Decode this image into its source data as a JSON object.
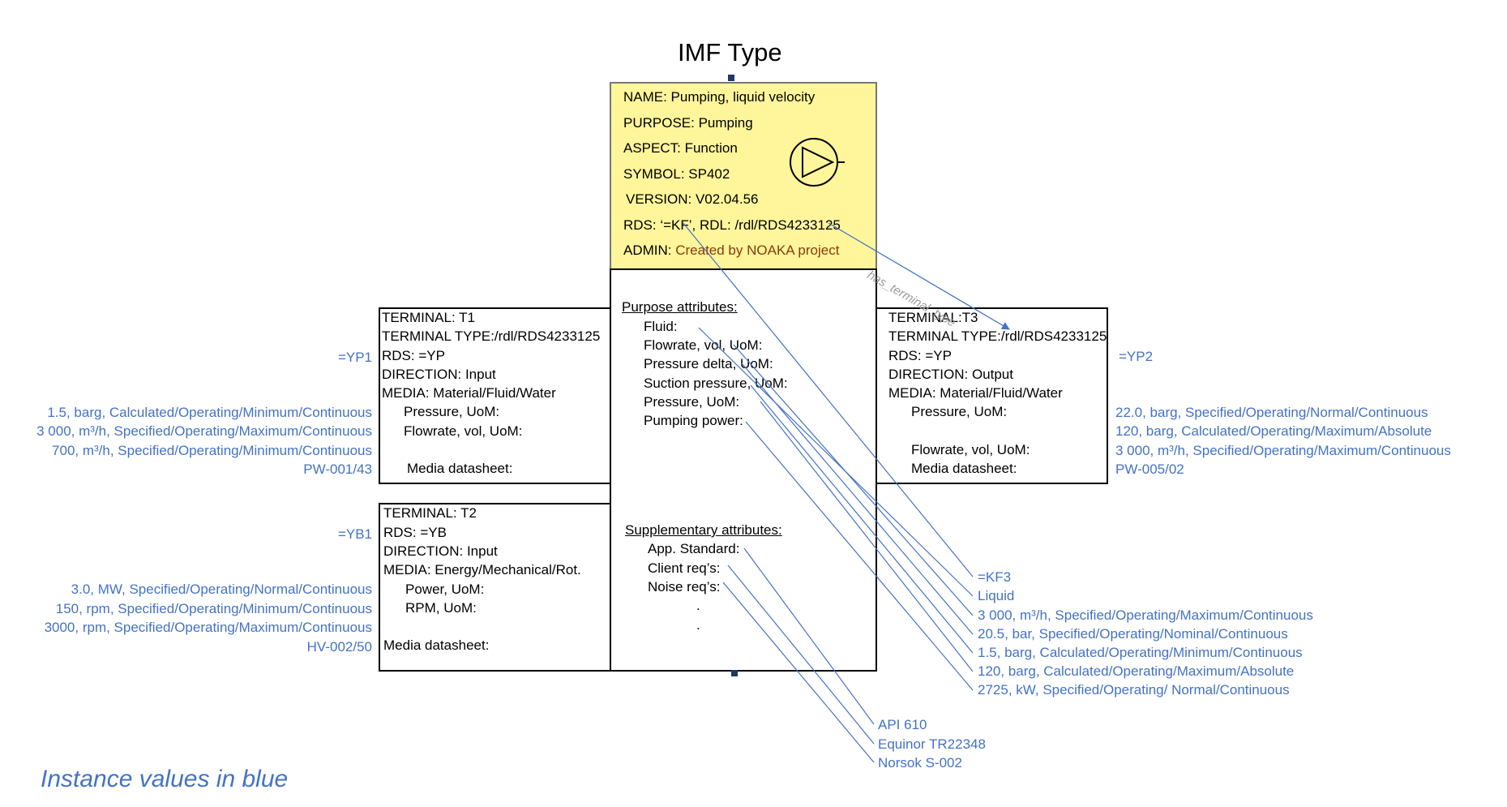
{
  "title": "IMF Type",
  "footer": "Instance values in blue",
  "colors": {
    "instance": "#4472c4",
    "type_box": "#fff59a",
    "admin": "#843c0c"
  },
  "type_box": {
    "name": "NAME: Pumping, liquid velocity",
    "purpose": "PURPOSE: Pumping",
    "aspect": "ASPECT: Function",
    "symbol": "SYMBOL: SP402",
    "version": "VERSION: V02.04.56",
    "rds": "RDS: ‘=KF’, RDL: /rdl/RDS4233125",
    "admin_label": "ADMIN:",
    "admin_value": "Created by NOAKA project",
    "symbol_icon": "pump-symbol-icon"
  },
  "relation_label": "has_terminal_type",
  "purpose_attributes": {
    "heading": "Purpose attributes:",
    "items": [
      "Fluid:",
      "Flowrate, vol, UoM:",
      "Pressure delta, UoM:",
      "Suction pressure, UoM:",
      "Pressure, UoM:",
      "Pumping power:"
    ]
  },
  "supplementary_attributes": {
    "heading": "Supplementary attributes:",
    "items": [
      "App. Standard:",
      "Client req’s:",
      "Noise req’s:",
      ".",
      "."
    ]
  },
  "terminal_t1": {
    "terminal": "TERMINAL: T1",
    "terminal_type": "TERMINAL TYPE:/rdl/RDS4233125",
    "rds": "RDS: =YP",
    "direction": "DIRECTION: Input",
    "media": "MEDIA: Material/Fluid/Water",
    "pressure": "Pressure, UoM:",
    "flowrate": "Flowrate, vol, UoM:",
    "datasheet": "Media datasheet:"
  },
  "terminal_t2": {
    "terminal": "TERMINAL: T2",
    "rds": "RDS: =YB",
    "direction": "DIRECTION: Input",
    "media": "MEDIA: Energy/Mechanical/Rot.",
    "power": "Power, UoM:",
    "rpm": "RPM, UoM:",
    "datasheet": "Media datasheet:"
  },
  "terminal_t3": {
    "terminal": "TERMINAL:T3",
    "terminal_type": "TERMINAL TYPE:/rdl/RDS4233125",
    "rds": "RDS: =YP",
    "direction": "DIRECTION: Output",
    "media": "MEDIA: Material/Fluid/Water",
    "pressure": "Pressure, UoM:",
    "flowrate": "Flowrate, vol, UoM:",
    "datasheet": "Media datasheet:"
  },
  "t1_instances": {
    "rds": "=YP1",
    "values": [
      "1.5, barg, Calculated/Operating/Minimum/Continuous",
      "3 000, m³/h, Specified/Operating/Maximum/Continuous",
      "700, m³/h, Specified/Operating/Minimum/Continuous",
      "PW-001/43"
    ]
  },
  "t2_instances": {
    "rds": "=YB1",
    "values": [
      "3.0, MW, Specified/Operating/Normal/Continuous",
      "150, rpm, Specified/Operating/Minimum/Continuous",
      "3000, rpm, Specified/Operating/Maximum/Continuous",
      "HV-002/50"
    ]
  },
  "t3_instances": {
    "rds": "=YP2",
    "values": [
      "22.0, barg, Specified/Operating/Normal/Continuous",
      "120, barg, Calculated/Operating/Maximum/Absolute",
      "3 000, m³/h, Specified/Operating/Maximum/Continuous",
      "PW-005/02"
    ]
  },
  "purpose_instances": [
    "=KF3",
    "Liquid",
    "3 000, m³/h, Specified/Operating/Maximum/Continuous",
    "20.5, bar, Specified/Operating/Nominal/Continuous",
    "1.5, barg, Calculated/Operating/Minimum/Continuous",
    "120, barg, Calculated/Operating/Maximum/Absolute",
    "2725, kW, Specified/Operating/ Normal/Continuous"
  ],
  "supplementary_instances": [
    "API 610",
    "Equinor TR22348",
    "Norsok S-002"
  ]
}
